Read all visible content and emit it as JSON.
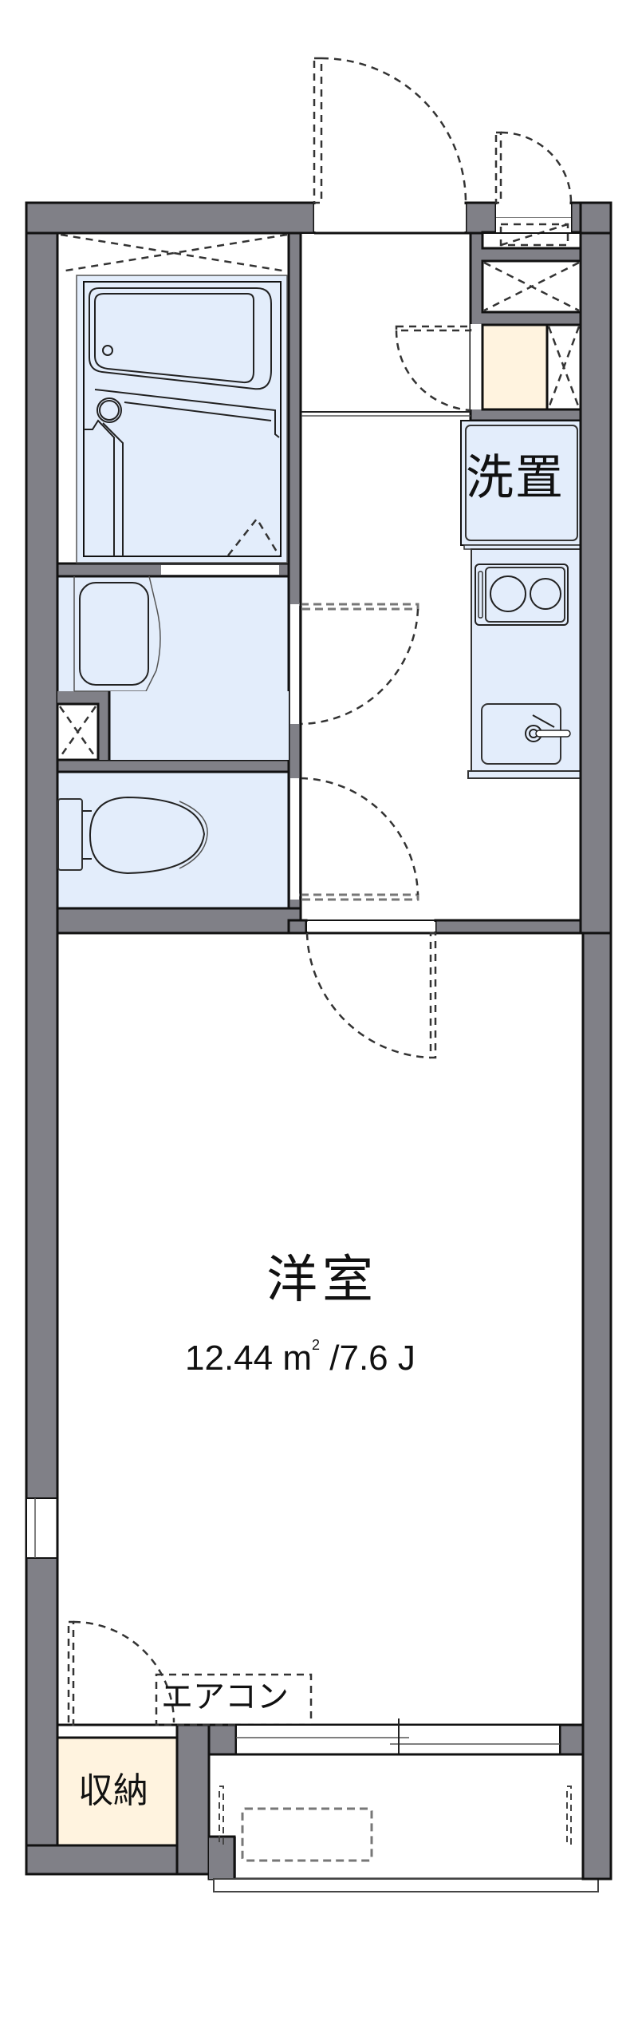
{
  "floor_plan": {
    "type": "1K apartment floor plan",
    "colors": {
      "wall": "#808087",
      "fixture_fill": "#e3edfb",
      "storage_fill": "#fff3df",
      "line": "#111111",
      "dashed": "#333333",
      "background": "#ffffff"
    },
    "labels": {
      "washer_space": "洗置",
      "main_room": "洋室",
      "main_room_area": "12.44 ㎡ /7.6 J",
      "main_room_area_value": "12.44",
      "main_room_area_unit": "m",
      "main_room_area_sup": "2",
      "main_room_area_tatami": "/7.6 J",
      "air_conditioner": "エアコン",
      "closet": "収納"
    },
    "rooms": [
      {
        "id": "bathroom",
        "name": "bath",
        "fixtures": [
          "bathtub",
          "drain",
          "shower-floor"
        ]
      },
      {
        "id": "washroom",
        "name": "washroom",
        "fixtures": [
          "washbasin-vanity",
          "pipe-shaft"
        ]
      },
      {
        "id": "toilet",
        "name": "toilet",
        "fixtures": [
          "toilet"
        ]
      },
      {
        "id": "entrance",
        "name": "genkan",
        "fixtures": [
          "shoe-cabinet"
        ]
      },
      {
        "id": "kitchen",
        "name": "kitchen",
        "fixtures": [
          "washer-space",
          "two-burner-stove",
          "sink"
        ]
      },
      {
        "id": "main_room",
        "name": "洋室",
        "area_m2": 12.44,
        "area_jo": 7.6
      },
      {
        "id": "closet",
        "name": "収納"
      },
      {
        "id": "balcony",
        "name": "balcony",
        "fixtures": [
          "ac-outdoor-unit"
        ]
      }
    ]
  }
}
